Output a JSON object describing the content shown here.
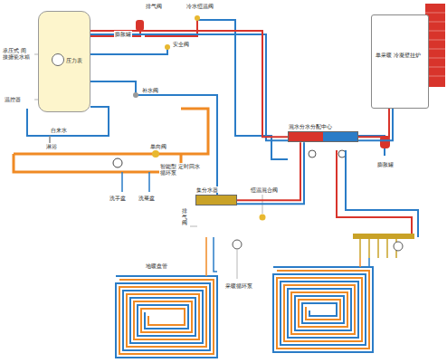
{
  "diagram": {
    "nodes": [
      {
        "text": [
          "压力表"
        ]
      },
      {
        "text": [
          "混水分水分配中心"
        ]
      },
      {
        "text": [
          "单采暖 冷凝壁挂炉"
        ]
      },
      {
        "text": [
          "集分水器"
        ]
      }
    ],
    "edges": [
      {
        "from": 0,
        "to": 1,
        "arrow": "none"
      },
      {
        "from": 1,
        "to": 2,
        "arrow": "none"
      },
      {
        "from": 1,
        "to": 3,
        "arrow": "none"
      }
    ],
    "labels": [
      "排气阀",
      "冷水恒温阀",
      "承压式 间接搪瓷水箱",
      "温控器",
      "膨胀罐",
      "安全阀",
      "补水阀",
      "自来水",
      "单向阀",
      "淋浴",
      "智能型 定时回水循环泵",
      "洗手盆",
      "洗菜盆",
      "膨胀罐",
      "恒温混合阀",
      "排气阀",
      "地暖盘管",
      "采暖循环泵"
    ]
  }
}
